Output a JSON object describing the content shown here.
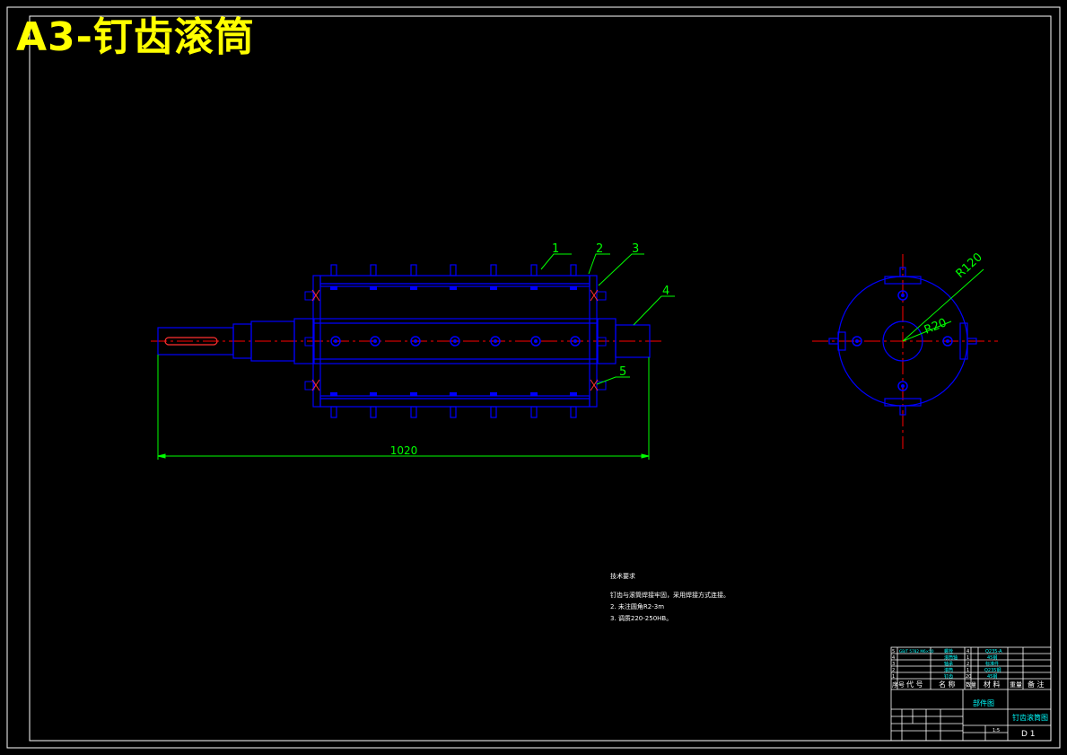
{
  "title": "A3-钉齿滚筒",
  "colors": {
    "background": "#000000",
    "frame": "#ffffff",
    "outline": "#0000ff",
    "centerline": "#ff0000",
    "dimension": "#00ff00",
    "title": "#ffff00",
    "bolt": "#ff3030",
    "tablebox": "#00ffff"
  },
  "front_view": {
    "overall_length": "1020",
    "part_labels": [
      "1",
      "2",
      "3",
      "4",
      "5"
    ]
  },
  "side_view": {
    "outer_radius": "R120",
    "inner_radius": "R20"
  },
  "tech_notes": {
    "heading": "技术要求",
    "lines": [
      "钉齿与滚筒焊接牢固，采用焊接方式连接。",
      "2. 未注圆角R2-3m",
      "3. 调质220-250HB。"
    ]
  },
  "title_block": {
    "parts_rows": [
      {
        "no": "5",
        "code": "GB/T 5782 M6×50",
        "name": "螺栓",
        "qty": "4",
        "material": "Q235-A"
      },
      {
        "no": "4",
        "code": "",
        "name": "滚筒轴",
        "qty": "1",
        "material": "45钢"
      },
      {
        "no": "3",
        "code": "",
        "name": "轴承",
        "qty": "2",
        "material": "标准件"
      },
      {
        "no": "2",
        "code": "",
        "name": "滚筒",
        "qty": "1",
        "material": "Q235钢"
      },
      {
        "no": "1",
        "code": "",
        "name": "钉齿",
        "qty": "20",
        "material": "45钢"
      }
    ],
    "header": {
      "no": "序号",
      "code": "代 号",
      "name": "名 称",
      "qty": "数量",
      "material": "材 料",
      "weight": "重量",
      "remark": "备 注"
    },
    "assembly_label": "部件图",
    "drawing_name": "钉齿滚筒图",
    "drawing_number": "D 1",
    "scale": "1:5"
  }
}
